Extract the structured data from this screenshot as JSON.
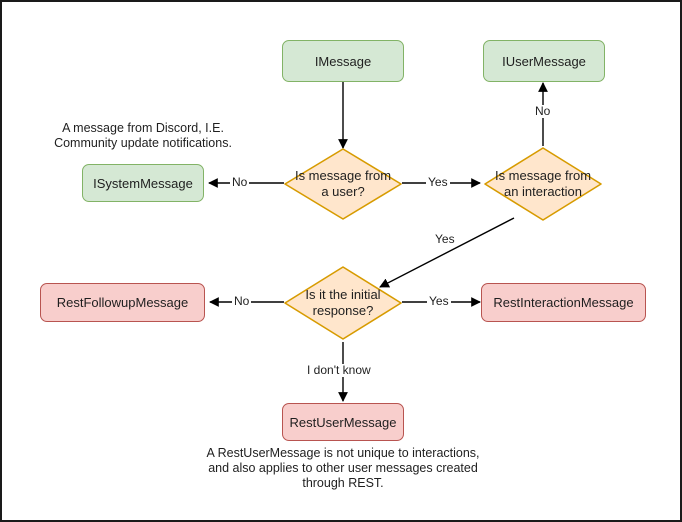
{
  "diagram": {
    "title_text": "",
    "colors": {
      "green_fill": "#d5e8d4",
      "green_stroke": "#82b366",
      "pink_fill": "#f8cecc",
      "pink_stroke": "#b85450",
      "orange_fill": "#ffe6cc",
      "orange_stroke": "#d79b00",
      "edge_stroke": "#000000",
      "frame_stroke": "#1a1a1a",
      "background": "#ffffff"
    },
    "nodes": [
      {
        "id": "imessage",
        "label": "IMessage",
        "shape": "rounded-rect",
        "style": "green"
      },
      {
        "id": "iusermessage",
        "label": "IUserMessage",
        "shape": "rounded-rect",
        "style": "green"
      },
      {
        "id": "isystemmessage",
        "label": "ISystemMessage",
        "shape": "rounded-rect",
        "style": "green"
      },
      {
        "id": "q-from-user",
        "label": "Is message from a user?",
        "shape": "diamond",
        "style": "orange"
      },
      {
        "id": "q-from-interaction",
        "label": "Is message from an interaction",
        "shape": "diamond",
        "style": "orange"
      },
      {
        "id": "q-initial-response",
        "label": "Is it the initial response?",
        "shape": "diamond",
        "style": "orange"
      },
      {
        "id": "restfollowupmessage",
        "label": "RestFollowupMessage",
        "shape": "rounded-rect",
        "style": "pink"
      },
      {
        "id": "restinteractionmessage",
        "label": "RestInteractionMessage",
        "shape": "rounded-rect",
        "style": "pink"
      },
      {
        "id": "restusermessage",
        "label": "RestUserMessage",
        "shape": "rounded-rect",
        "style": "pink"
      }
    ],
    "edges": [
      {
        "from": "imessage",
        "to": "q-from-user",
        "label": ""
      },
      {
        "from": "q-from-user",
        "to": "isystemmessage",
        "label": "No"
      },
      {
        "from": "q-from-user",
        "to": "q-from-interaction",
        "label": "Yes"
      },
      {
        "from": "q-from-interaction",
        "to": "iusermessage",
        "label": "No"
      },
      {
        "from": "q-from-interaction",
        "to": "q-initial-response",
        "label": "Yes"
      },
      {
        "from": "q-initial-response",
        "to": "restfollowupmessage",
        "label": "No"
      },
      {
        "from": "q-initial-response",
        "to": "restinteractionmessage",
        "label": "Yes"
      },
      {
        "from": "q-initial-response",
        "to": "restusermessage",
        "label": "I don't know"
      }
    ],
    "notes": [
      {
        "id": "note-system",
        "text": "A message from Discord, I.E.\nCommunity update notifications."
      },
      {
        "id": "note-restuser",
        "text": "A RestUserMessage is not unique to interactions,\nand also applies to other user messages created\nthrough REST."
      }
    ],
    "edge_labels": {
      "from_user_no": "No",
      "from_user_yes": "Yes",
      "from_interaction_no": "No",
      "from_interaction_yes": "Yes",
      "initial_no": "No",
      "initial_yes": "Yes",
      "initial_unknown": "I don't know"
    }
  }
}
